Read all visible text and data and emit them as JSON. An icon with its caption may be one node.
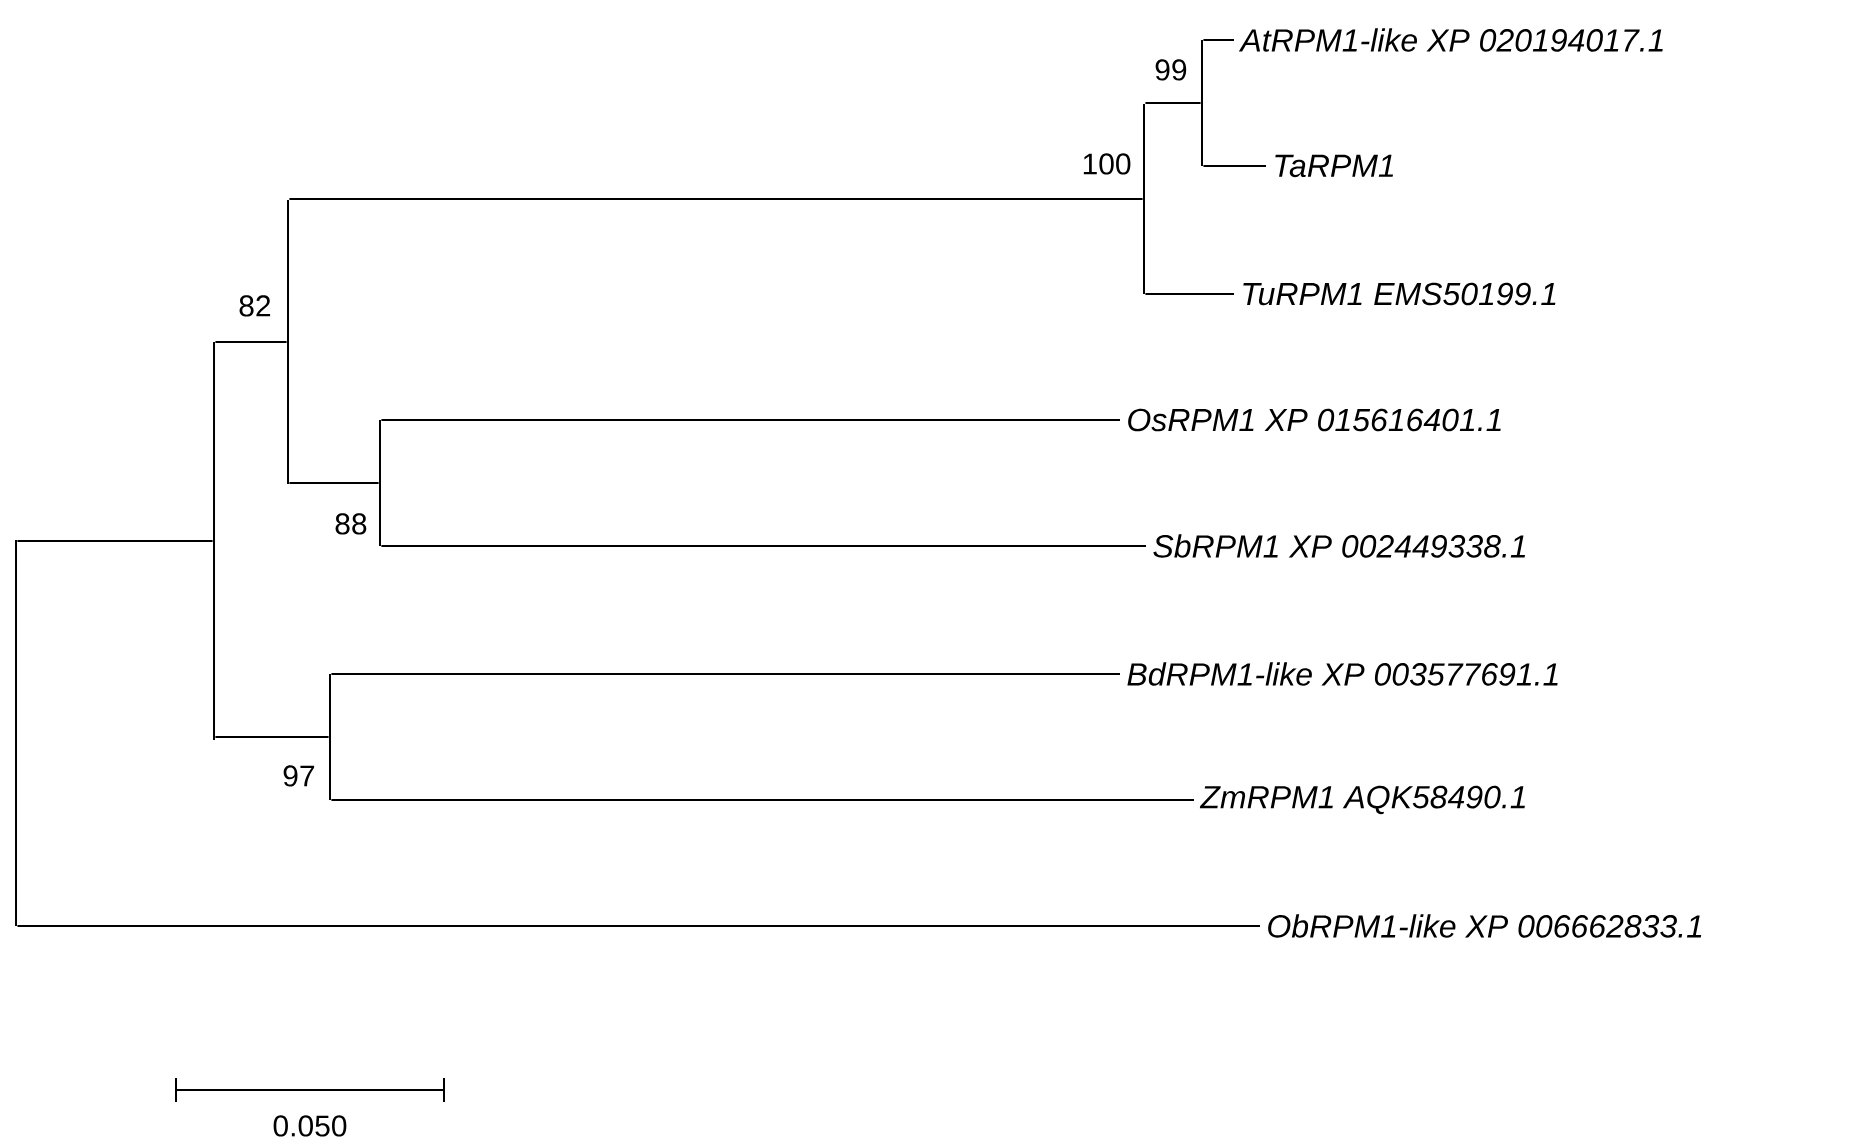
{
  "diagram": {
    "nodes": [
      {
        "text": [
          "AtRPM1-like XP 020194017.1"
        ]
      },
      {
        "text": [
          "TaRPM1"
        ]
      },
      {
        "text": [
          "TuRPM1 EMS50199.1"
        ]
      },
      {
        "text": [
          "OsRPM1 XP 015616401.1"
        ]
      },
      {
        "text": [
          "SbRPM1 XP 002449338.1"
        ]
      },
      {
        "text": [
          "BdRPM1-like XP 003577691.1"
        ]
      },
      {
        "text": [
          "ZmRPM1 AQK58490.1"
        ]
      },
      {
        "text": [
          "ObRPM1-like XP 006662833.1"
        ]
      },
      {
        "text": [],
        "shape": "bar"
      },
      {
        "text": [],
        "shape": "bar"
      },
      {
        "text": [],
        "shape": "bar",
        "beside": [
          "82"
        ]
      },
      {
        "text": [],
        "shape": "bar",
        "beside": [
          "97"
        ]
      },
      {
        "text": [],
        "shape": "bar",
        "beside": [
          "88"
        ]
      },
      {
        "text": [],
        "shape": "bar",
        "beside": [
          "100"
        ]
      },
      {
        "text": [],
        "shape": "bar",
        "beside": [
          "99"
        ]
      }
    ],
    "edges": [
      {
        "from": 8,
        "to": 9,
        "arrow": "none"
      },
      {
        "from": 8,
        "to": 7,
        "arrow": "none"
      },
      {
        "from": 9,
        "to": 10,
        "arrow": "none"
      },
      {
        "from": 9,
        "to": 11,
        "arrow": "none"
      },
      {
        "from": 10,
        "to": 13,
        "arrow": "none"
      },
      {
        "from": 10,
        "to": 12,
        "arrow": "none"
      },
      {
        "from": 13,
        "to": 14,
        "arrow": "none"
      },
      {
        "from": 13,
        "to": 2,
        "arrow": "none"
      },
      {
        "from": 14,
        "to": 0,
        "arrow": "none"
      },
      {
        "from": 14,
        "to": 1,
        "arrow": "none"
      },
      {
        "from": 12,
        "to": 3,
        "arrow": "none"
      },
      {
        "from": 12,
        "to": 4,
        "arrow": "none"
      },
      {
        "from": 11,
        "to": 5,
        "arrow": "none"
      },
      {
        "from": 11,
        "to": 6,
        "arrow": "none"
      }
    ],
    "labels": [
      "0.050"
    ]
  }
}
